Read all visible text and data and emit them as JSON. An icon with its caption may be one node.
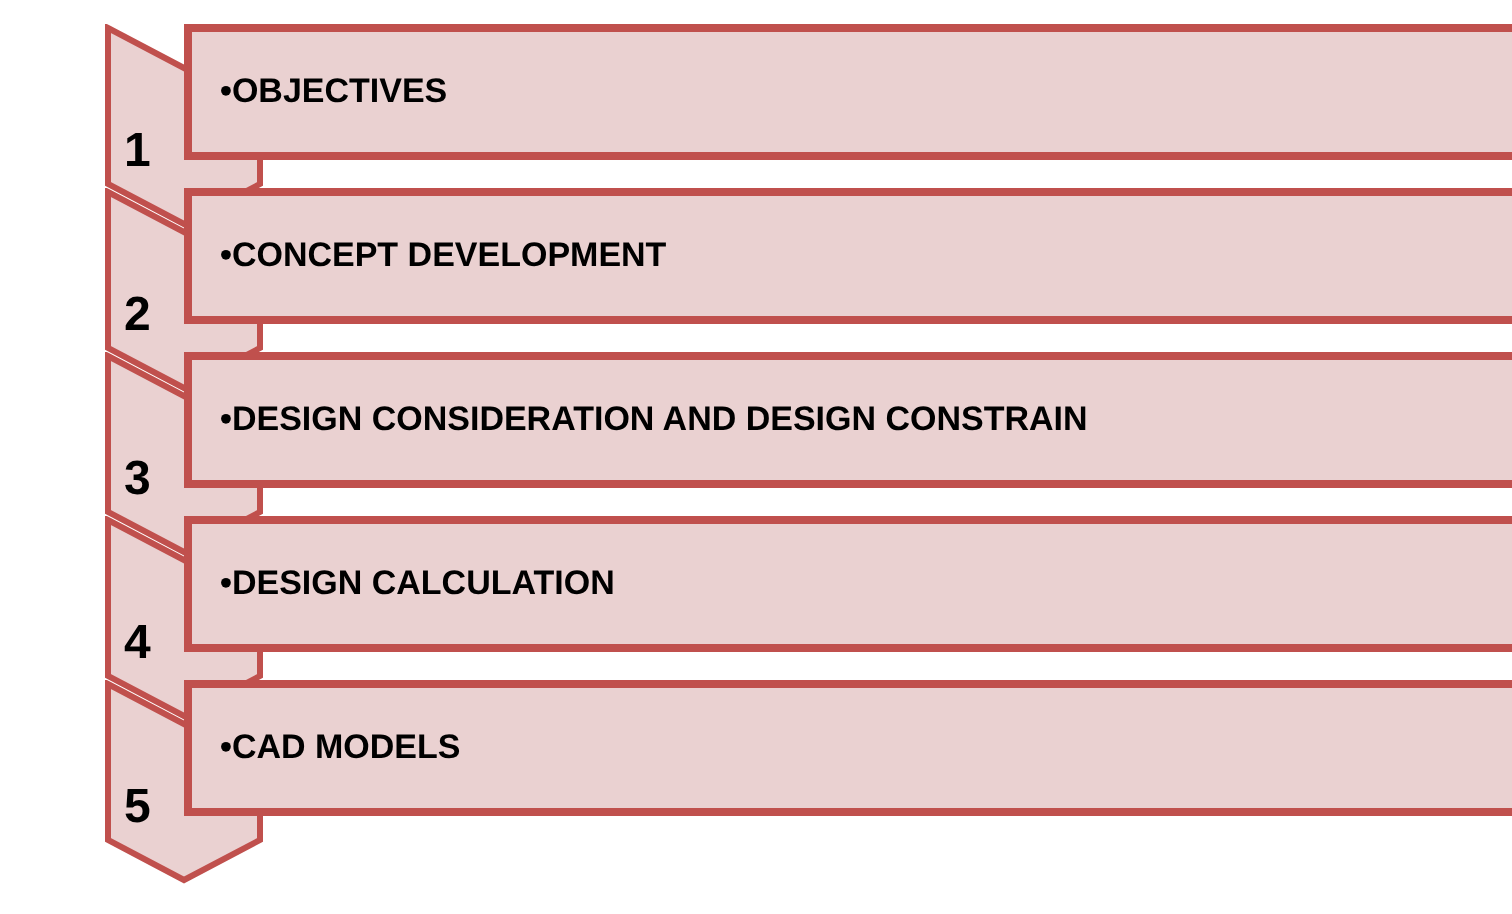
{
  "diagram": {
    "nodes": [
      {
        "text": [
          "1"
        ]
      },
      {
        "text": [
          "•OBJECTIVES"
        ]
      },
      {
        "text": [
          "2"
        ]
      },
      {
        "text": [
          "•CONCEPT DEVELOPMENT"
        ]
      },
      {
        "text": [
          "3"
        ]
      },
      {
        "text": [
          "•DESIGN CONSIDERATION AND DESIGN CONSTRAIN"
        ]
      },
      {
        "text": [
          "4"
        ]
      },
      {
        "text": [
          "•DESIGN CALCULATION"
        ]
      },
      {
        "text": [
          "5"
        ]
      },
      {
        "text": [
          "•CAD MODELS"
        ]
      }
    ]
  }
}
